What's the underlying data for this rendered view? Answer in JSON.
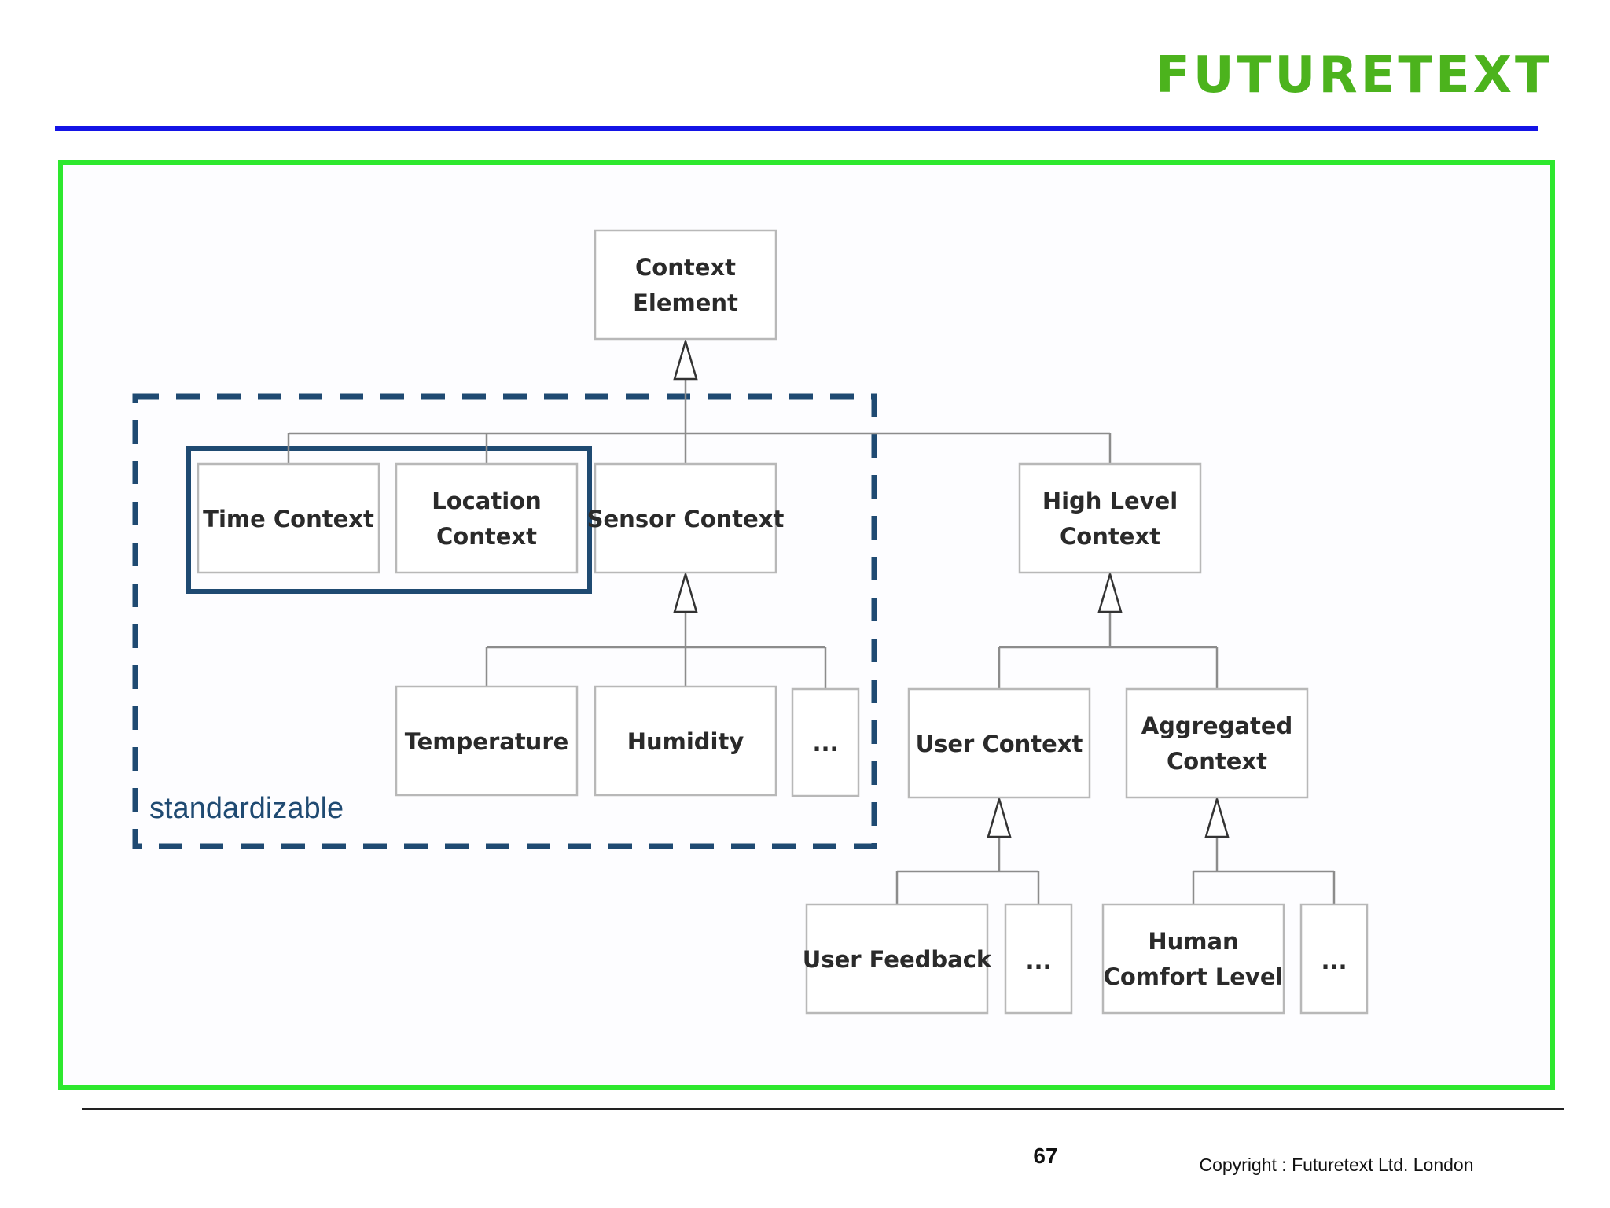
{
  "header": {
    "logo_text": "FUTURETEXT"
  },
  "footer": {
    "page_number": "67",
    "copyright": "Copyright : Futuretext Ltd. London"
  },
  "diagram": {
    "group_label": "standardizable",
    "nodes": {
      "context_element": [
        "Context",
        "Element"
      ],
      "time_context": [
        "Time Context"
      ],
      "location_context": [
        "Location",
        "Context"
      ],
      "sensor_context": [
        "Sensor Context"
      ],
      "high_level_context": [
        "High Level",
        "Context"
      ],
      "temperature": [
        "Temperature"
      ],
      "humidity": [
        "Humidity"
      ],
      "sensor_more": [
        "..."
      ],
      "user_context": [
        "User Context"
      ],
      "aggregated_context": [
        "Aggregated",
        "Context"
      ],
      "user_feedback": [
        "User Feedback"
      ],
      "user_more": [
        "..."
      ],
      "human_comfort_level": [
        "Human",
        "Comfort Level"
      ],
      "aggregated_more": [
        "..."
      ]
    }
  },
  "colors": {
    "logo": "#4cb31d",
    "top_rule": "#1414e6",
    "frame": "#2ee82e",
    "group": "#1f4a72"
  }
}
